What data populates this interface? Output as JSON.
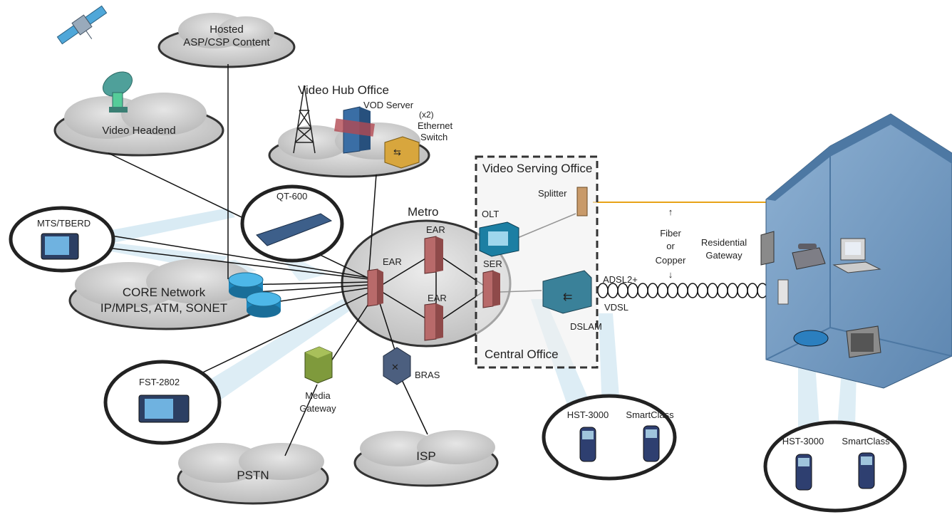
{
  "clouds": {
    "hosted": [
      "Hosted",
      "ASP/CSP Content"
    ],
    "headend": "Video Headend",
    "video_hub": "Video Hub Office",
    "core": [
      "CORE Network",
      "IP/MPLS, ATM, SONET"
    ],
    "pstn": "PSTN",
    "isp": "ISP",
    "metro": "Metro"
  },
  "devices": {
    "vod_server": "VOD Server",
    "ethernet_switch": [
      "(x2)",
      "Ethernet",
      "Switch"
    ],
    "qt600": "QT-600",
    "mts": "MTS/TBERD",
    "fst": "FST-2802",
    "ear_top": "EAR",
    "ear_left": "EAR",
    "ear_mid": "EAR",
    "ser": "SER",
    "bras": "BRAS",
    "media_gateway": [
      "Media",
      "Gateway"
    ],
    "olt": "OLT",
    "splitter": "Splitter",
    "dslam": "DSLAM",
    "residential_gateway": [
      "Residential",
      "Gateway"
    ],
    "hst_left": "HST-3000",
    "smartclass_left": "SmartClass",
    "hst_right": "HST-3000",
    "smartclass_right": "SmartClass"
  },
  "offices": {
    "serving": "Video Serving Office",
    "central": "Central Office"
  },
  "links": {
    "fiber": [
      "Fiber",
      "or",
      "Copper"
    ],
    "adsl": "ADSL2+",
    "vdsl": "VDSL"
  },
  "colors": {
    "cloud": "#c8c8c8",
    "ear": "#b86a6a",
    "router": "#2e9fd6",
    "olt": "#1c7fa3",
    "house": "#6e97bf",
    "fiber": "#e8a317",
    "dashed_box": "#333333"
  }
}
